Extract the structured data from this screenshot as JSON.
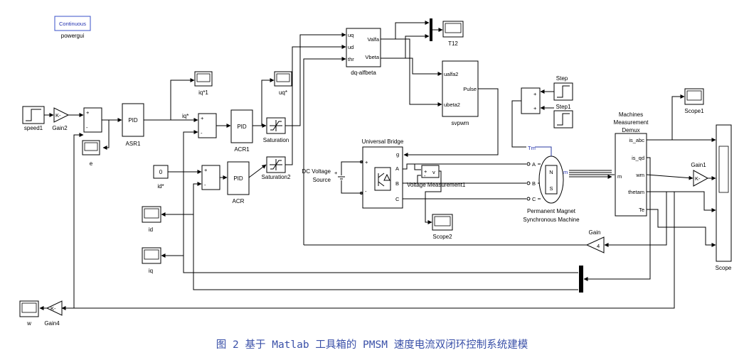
{
  "powergui": {
    "box": "Continuous",
    "name": "powergui"
  },
  "blocks": {
    "speed1": "speed1",
    "gain2": "Gain2",
    "gain2_k": "K-",
    "e": "e",
    "asr1_text": "PID",
    "asr1": "ASR1",
    "iq1": "iq*1",
    "iq_star": "iq*",
    "acr1_text": "PID",
    "acr1": "ACR1",
    "uq_star": "uq*",
    "saturation": "Saturation",
    "saturation2": "Saturation2",
    "id_const": "0",
    "id_star": "id*",
    "acr_text": "PID",
    "acr": "ACR",
    "dq_uq": "uq",
    "dq_ud": "ud",
    "dq_thr": "thr",
    "dq_valfa": "Valfa",
    "dq_vbeta": "Vbeta",
    "dq": "dq-alfbeta",
    "t12": "T12",
    "svp_ualfa": "ualfa2",
    "svp_ubeta": "ubeta2",
    "svp_pulse": "Pulse",
    "svp": "svpwm",
    "step": "Step",
    "step1": "Step1",
    "tm_port": "Tm",
    "m_port": "m",
    "ub": "Universal Bridge",
    "ub_g": "g",
    "ub_a": "A",
    "ub_b": "B",
    "ub_c": "C",
    "pmsm_a": "A",
    "pmsm_b": "B",
    "pmsm_c": "C",
    "dcv1": "DC Voltage",
    "dcv2": "Source",
    "vm": "Voltage Measurement1",
    "scope2": "Scope2",
    "pmsm1": "Permanent Magnet",
    "pmsm2": "Synchronous Machine",
    "mmd1": "Machines",
    "mmd2": "Measurement",
    "mmd3": "Demux",
    "mmd_isabc": "is_abc",
    "mmd_isqd": "is_qd",
    "mmd_wm": "wm",
    "mmd_thetam": "thetam",
    "mmd_te": "Te",
    "scope1": "Scope1",
    "gain1": "Gain1",
    "gain1_k": "K-",
    "gain": "Gain",
    "gain_val": "4",
    "scope": "Scope",
    "id_scope": "id",
    "iq_scope": "iq",
    "w_scope": "w",
    "gain4": "Gain4",
    "gain4_k": "K-"
  },
  "caption": "图 2 基于 Matlab 工具箱的 PMSM 速度电流双闭环控制系统建模"
}
